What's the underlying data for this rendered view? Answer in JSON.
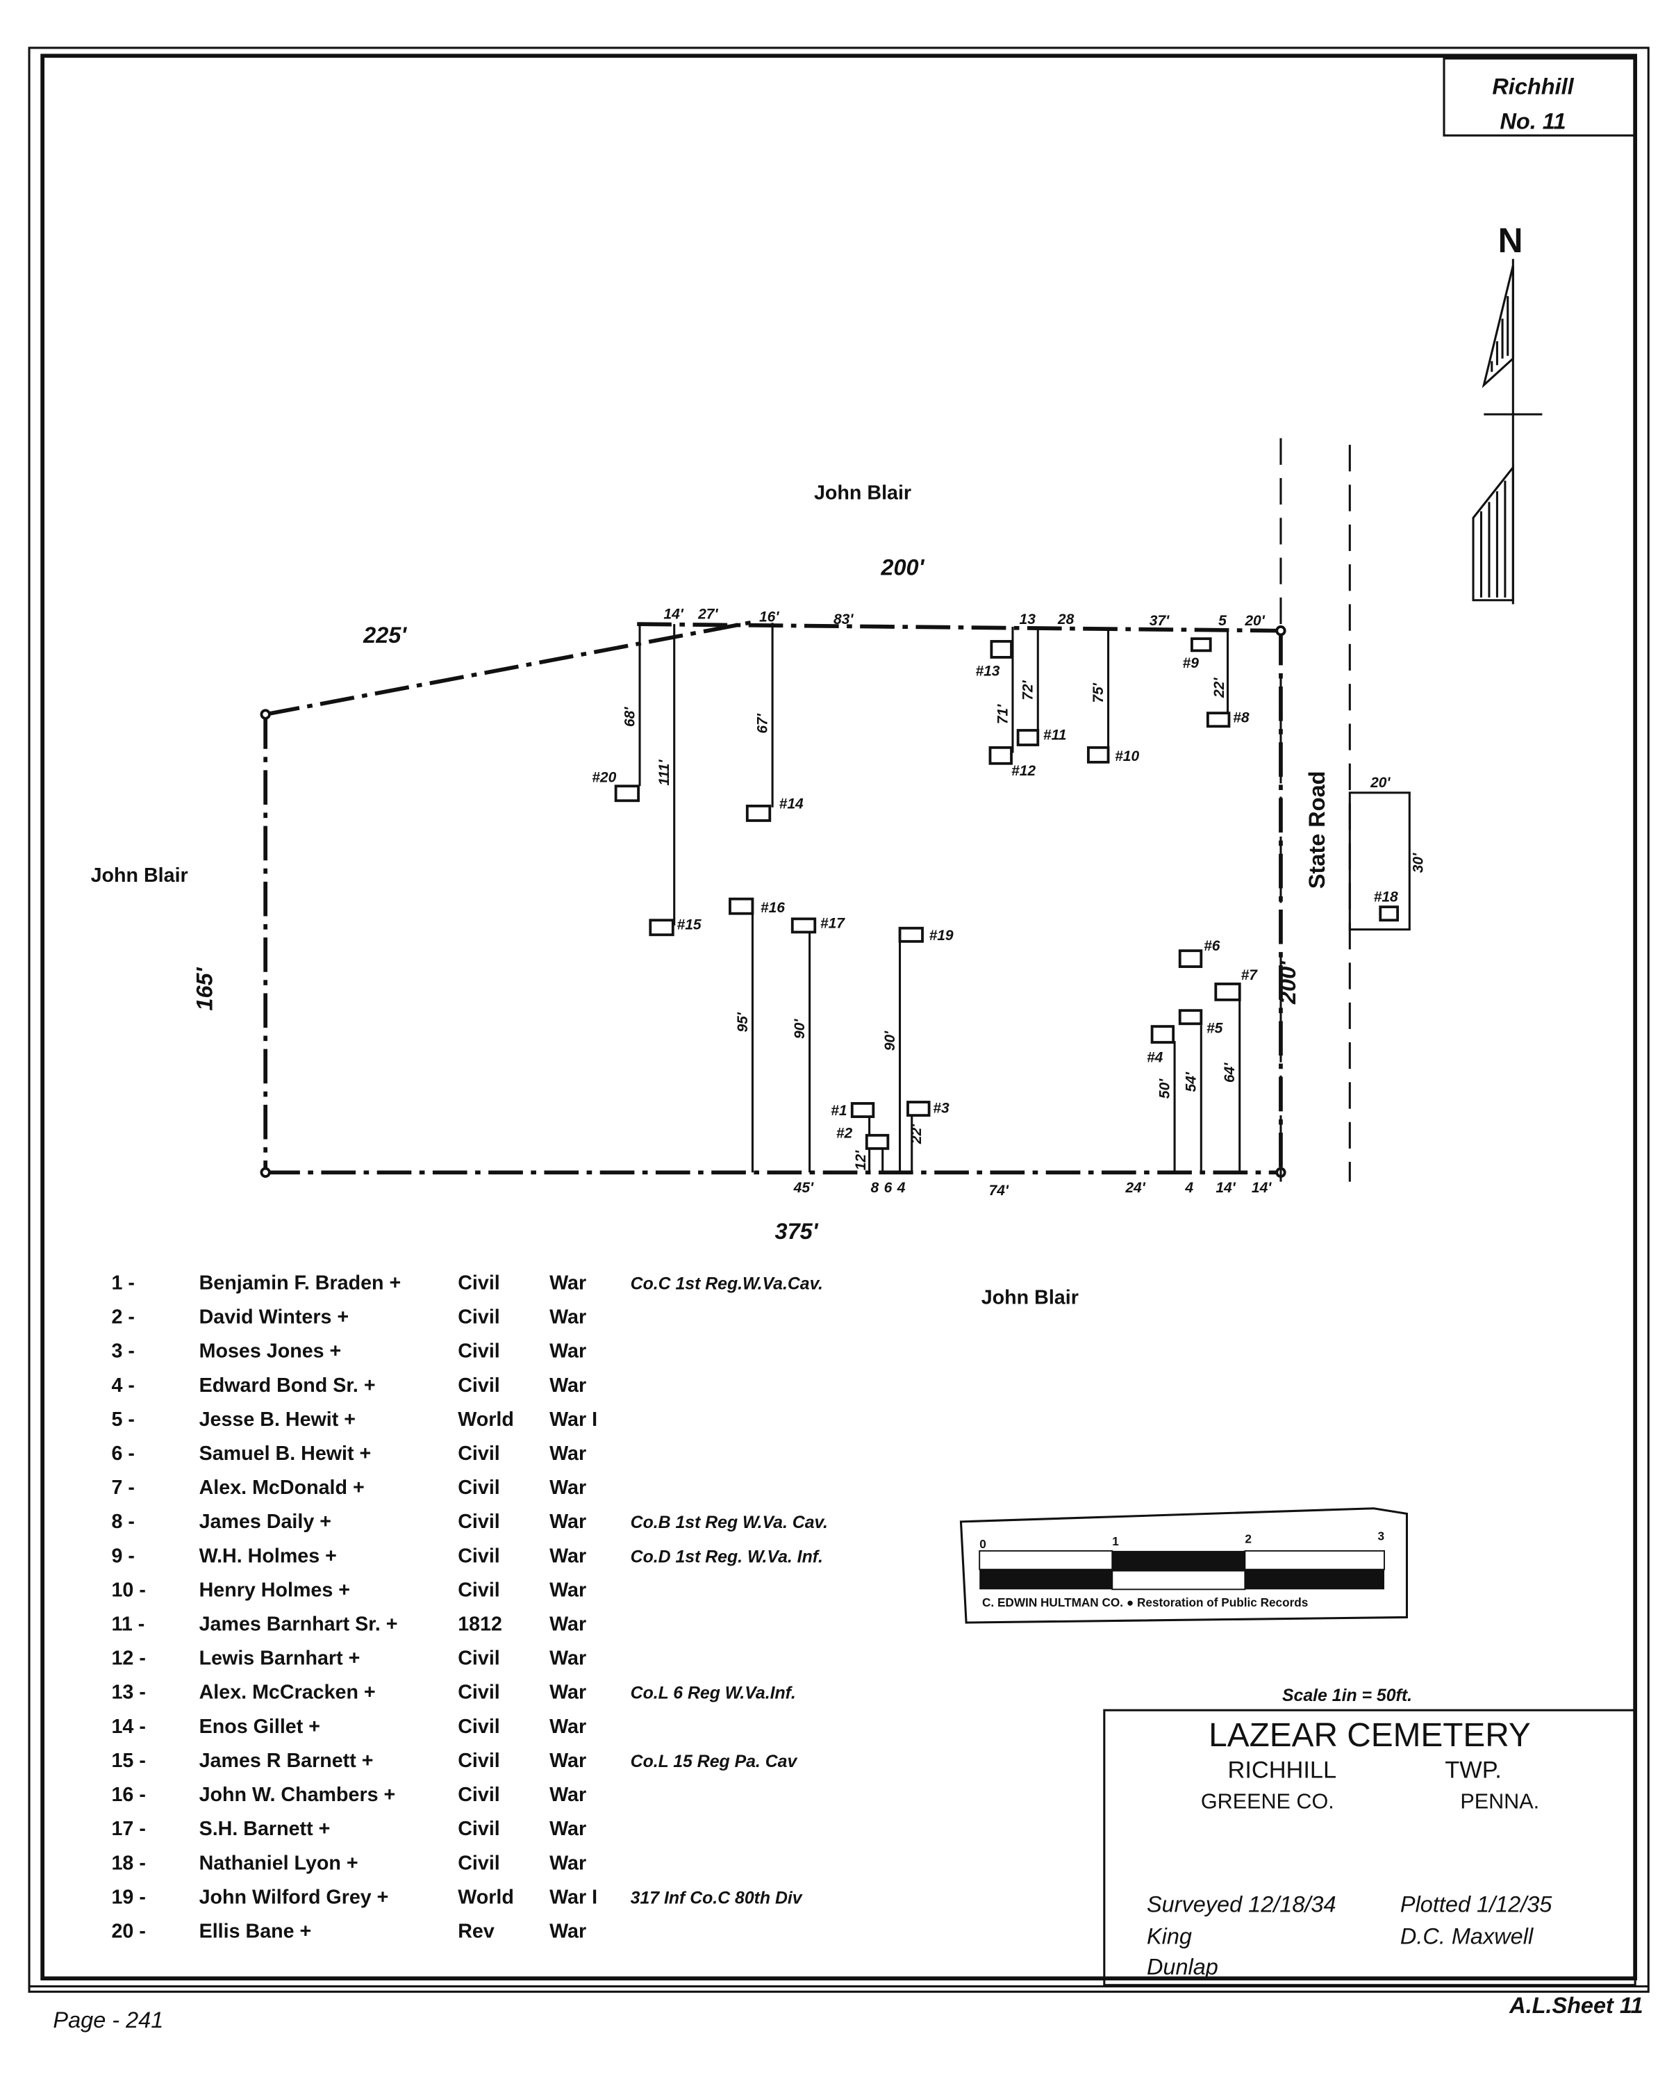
{
  "sheet_box": {
    "township": "Richhill",
    "number": "No. 11"
  },
  "north": "N",
  "map": {
    "owner_north": "John Blair",
    "owner_west": "John Blair",
    "owner_south": "John Blair",
    "road": "State Road",
    "north_length": "200'",
    "northwest_length": "225'",
    "west_length": "165'",
    "south_length": "375'",
    "east_length": "200'",
    "lot_width": "20'",
    "lot_depth": "30'",
    "top_offsets": [
      "14'",
      "27'",
      "16'",
      "83'",
      "13",
      "28",
      "37'",
      "5",
      "20'"
    ],
    "bottom_offsets": [
      "45'",
      "8",
      "6",
      "4",
      "74'",
      "24'",
      "4",
      "14'",
      "14'"
    ],
    "depths": [
      "68'",
      "111'",
      "67'",
      "71'",
      "72'",
      "75'",
      "22'",
      "95'",
      "90'",
      "90'",
      "12'",
      "22'",
      "50'",
      "54'",
      "64'"
    ]
  },
  "graves": [
    "#1",
    "#2",
    "#3",
    "#4",
    "#5",
    "#6",
    "#7",
    "#8",
    "#9",
    "#10",
    "#11",
    "#12",
    "#13",
    "#14",
    "#15",
    "#16",
    "#17",
    "#18",
    "#19",
    "#20"
  ],
  "roster": [
    {
      "no": "1 -",
      "name": "Benjamin F. Braden +",
      "war1": "Civil",
      "war2": "War",
      "unit": "Co.C 1st Reg.W.Va.Cav."
    },
    {
      "no": "2 -",
      "name": "David Winters +",
      "war1": "Civil",
      "war2": "War",
      "unit": ""
    },
    {
      "no": "3 -",
      "name": "Moses Jones +",
      "war1": "Civil",
      "war2": "War",
      "unit": ""
    },
    {
      "no": "4 -",
      "name": "Edward Bond Sr. +",
      "war1": "Civil",
      "war2": "War",
      "unit": ""
    },
    {
      "no": "5 -",
      "name": "Jesse B. Hewit +",
      "war1": "World",
      "war2": "War I",
      "unit": ""
    },
    {
      "no": "6 -",
      "name": "Samuel B. Hewit +",
      "war1": "Civil",
      "war2": "War",
      "unit": ""
    },
    {
      "no": "7 -",
      "name": "Alex. McDonald +",
      "war1": "Civil",
      "war2": "War",
      "unit": ""
    },
    {
      "no": "8 -",
      "name": "James Daily +",
      "war1": "Civil",
      "war2": "War",
      "unit": "Co.B 1st Reg W.Va. Cav."
    },
    {
      "no": "9 -",
      "name": "W.H. Holmes +",
      "war1": "Civil",
      "war2": "War",
      "unit": "Co.D 1st Reg. W.Va. Inf."
    },
    {
      "no": "10 -",
      "name": "Henry Holmes +",
      "war1": "Civil",
      "war2": "War",
      "unit": ""
    },
    {
      "no": "11 -",
      "name": "James Barnhart Sr. +",
      "war1": "1812",
      "war2": "War",
      "unit": ""
    },
    {
      "no": "12 -",
      "name": "Lewis Barnhart +",
      "war1": "Civil",
      "war2": "War",
      "unit": ""
    },
    {
      "no": "13 -",
      "name": "Alex. McCracken +",
      "war1": "Civil",
      "war2": "War",
      "unit": "Co.L 6 Reg W.Va.Inf."
    },
    {
      "no": "14 -",
      "name": "Enos Gillet +",
      "war1": "Civil",
      "war2": "War",
      "unit": ""
    },
    {
      "no": "15 -",
      "name": "James R Barnett +",
      "war1": "Civil",
      "war2": "War",
      "unit": "Co.L 15 Reg Pa. Cav"
    },
    {
      "no": "16 -",
      "name": "John W. Chambers +",
      "war1": "Civil",
      "war2": "War",
      "unit": ""
    },
    {
      "no": "17 -",
      "name": "S.H. Barnett +",
      "war1": "Civil",
      "war2": "War",
      "unit": ""
    },
    {
      "no": "18 -",
      "name": "Nathaniel Lyon +",
      "war1": "Civil",
      "war2": "War",
      "unit": ""
    },
    {
      "no": "19 -",
      "name": "John Wilford Grey +",
      "war1": "World",
      "war2": "War I",
      "unit": "317 Inf Co.C 80th Div"
    },
    {
      "no": "20 -",
      "name": "Ellis Bane +",
      "war1": "Rev",
      "war2": "War",
      "unit": ""
    }
  ],
  "scale_bar": {
    "ticks": [
      "0",
      "1",
      "2",
      "3"
    ],
    "credit": "C. EDWIN HULTMAN CO.  ●  Restoration of Public Records"
  },
  "scale_text": "Scale 1in = 50ft.",
  "title_block": {
    "title": "LAZEAR  CEMETERY",
    "township": "RICHHILL",
    "twp": "TWP.",
    "county": "GREENE CO.",
    "state": "PENNA.",
    "surveyed": "Surveyed 12/18/34",
    "surveyors": [
      "King",
      "Dunlap"
    ],
    "plotted": "Plotted 1/12/35",
    "plotter": "D.C. Maxwell"
  },
  "footer": {
    "page": "Page - 241",
    "sheet": "A.L.Sheet 11"
  }
}
